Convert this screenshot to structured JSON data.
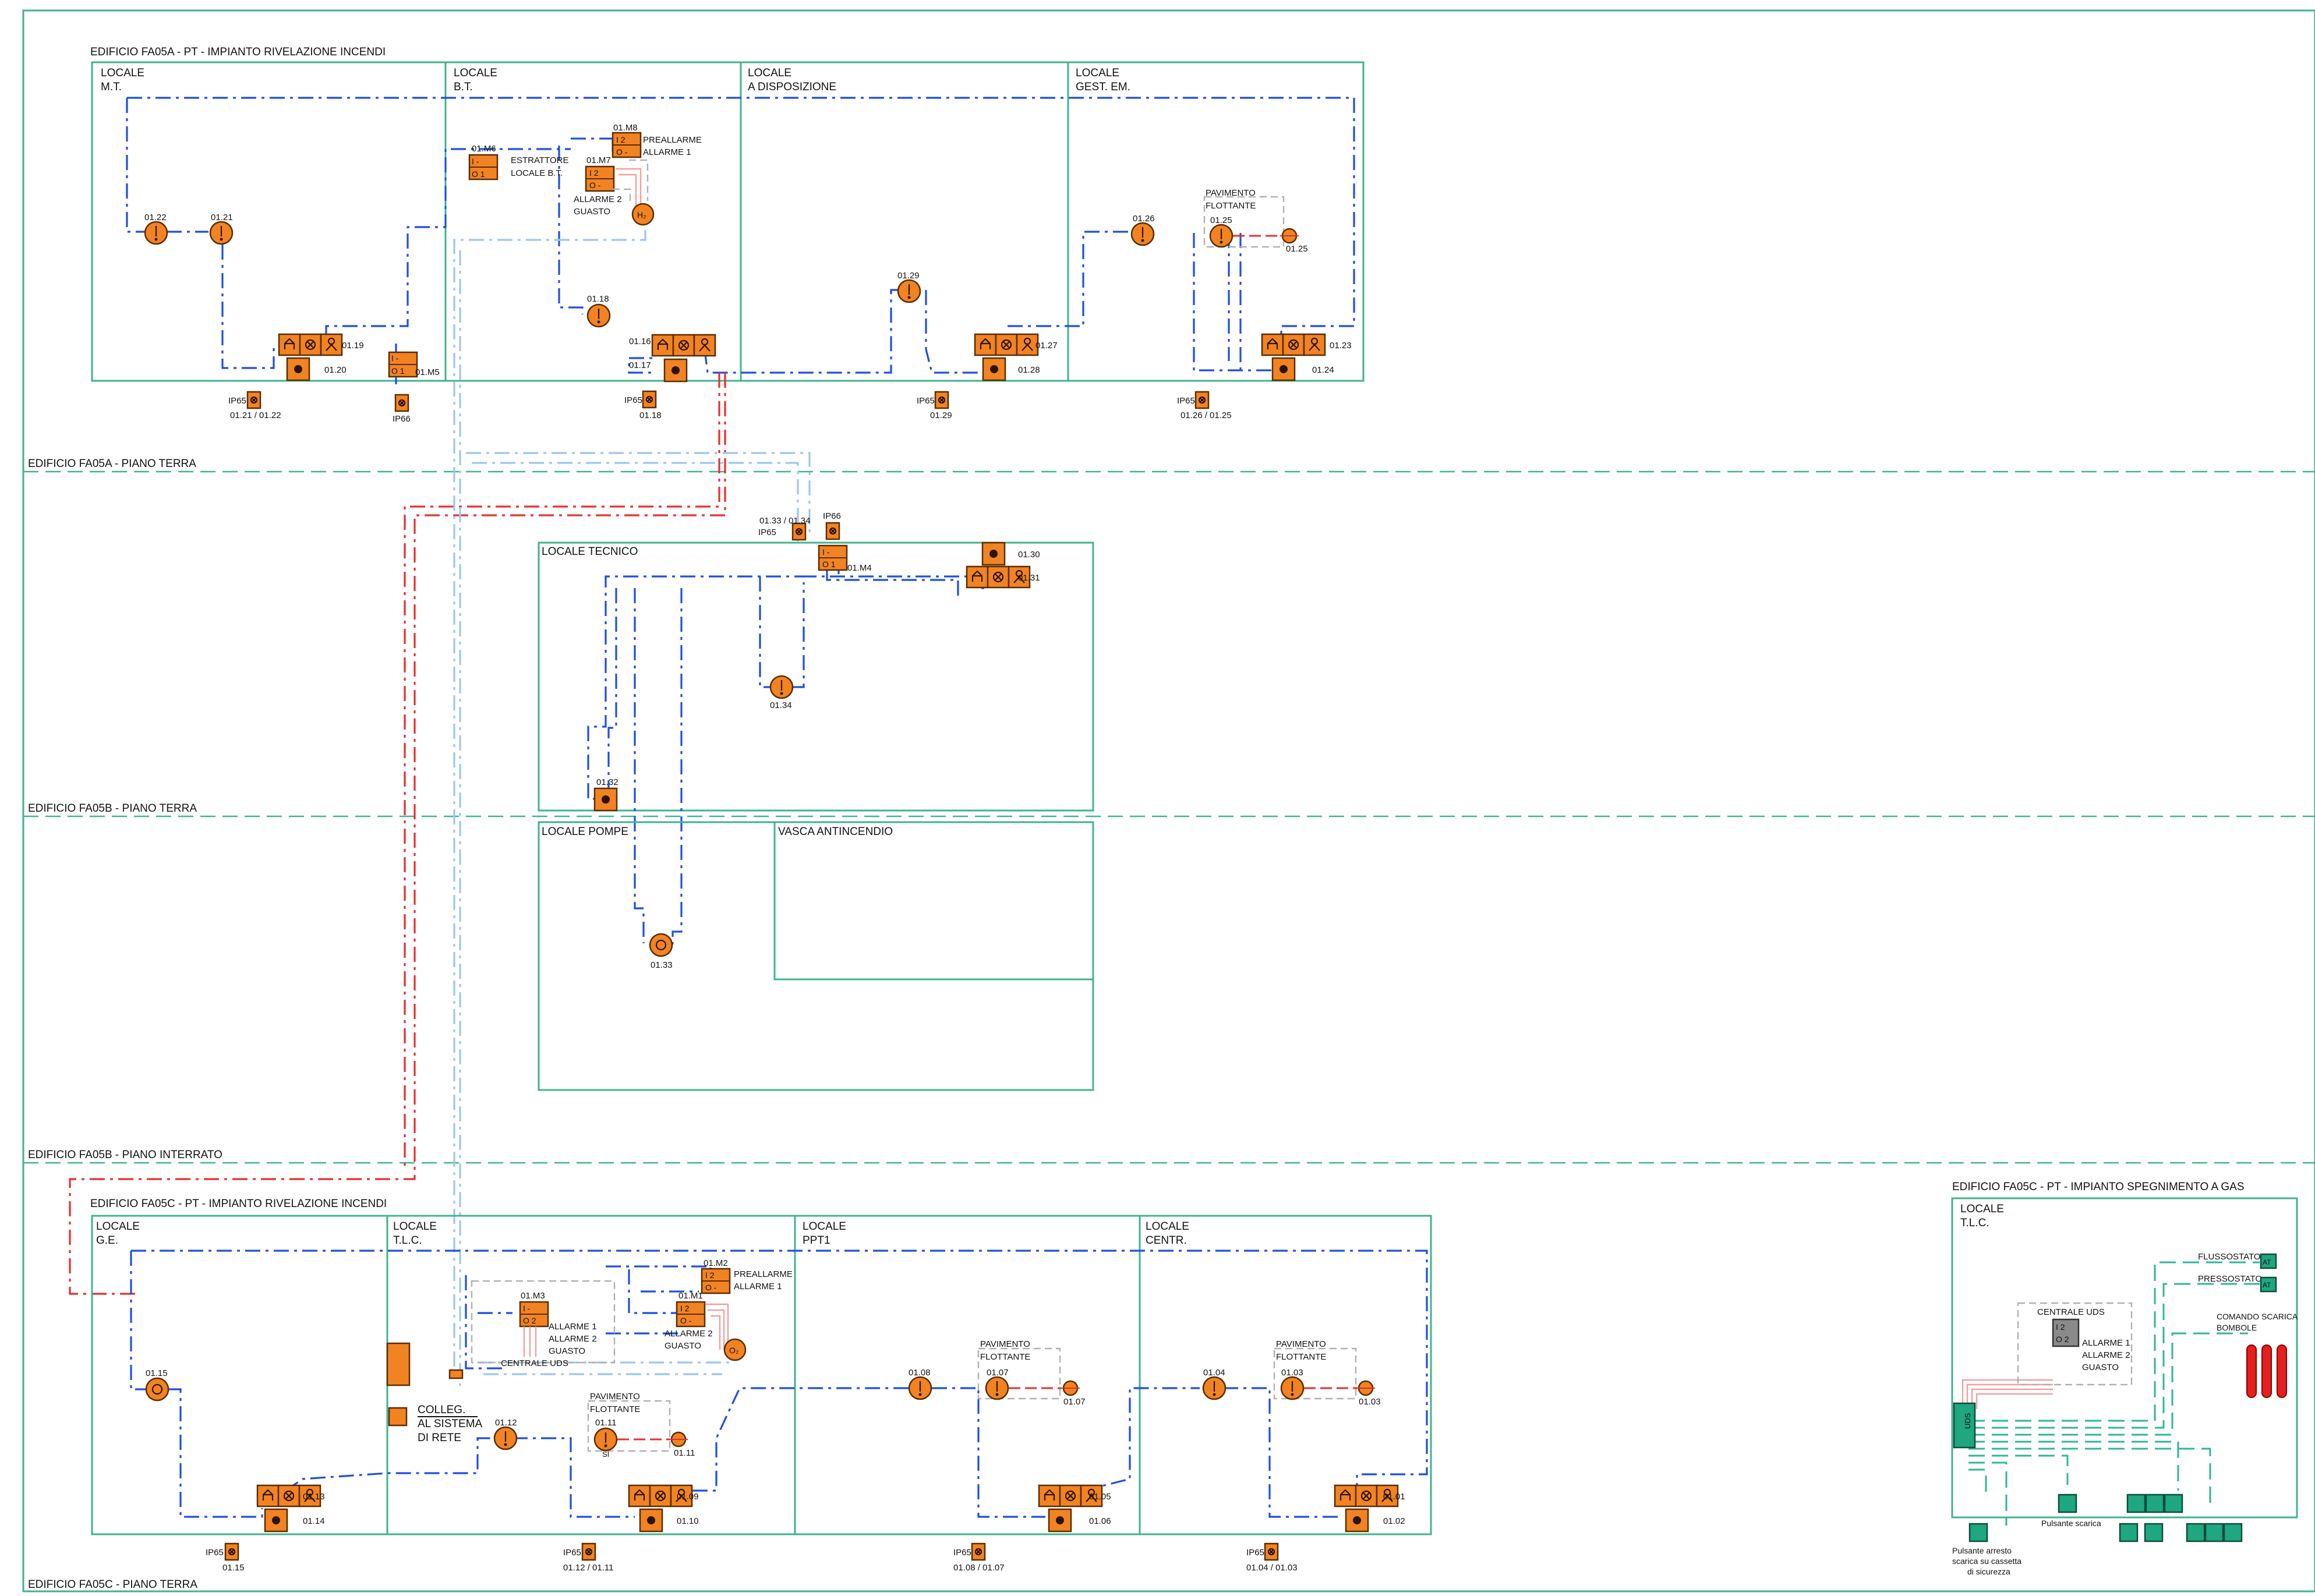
{
  "titles": {
    "fa05a_section": "EDIFICIO FA05A - PT - IMPIANTO RIVELAZIONE INCENDI",
    "fa05c_section": "EDIFICIO FA05C - PT - IMPIANTO RIVELAZIONE INCENDI",
    "gas_section": "EDIFICIO FA05C - PT - IMPIANTO SPEGNIMENTO A GAS"
  },
  "floors": {
    "fa05a_pt": "EDIFICIO FA05A - PIANO TERRA",
    "fa05b_pt": "EDIFICIO FA05B - PIANO TERRA",
    "fa05b_pi": "EDIFICIO FA05B - PIANO INTERRATO",
    "fa05c_pt": "EDIFICIO FA05C - PIANO TERRA"
  },
  "rooms": {
    "mt": [
      "LOCALE",
      "M.T."
    ],
    "bt": [
      "LOCALE",
      "B.T."
    ],
    "disp": [
      "LOCALE",
      "A DISPOSIZIONE"
    ],
    "gestem": [
      "LOCALE",
      "GEST. EM."
    ],
    "tecnico": "LOCALE TECNICO",
    "pompe": "LOCALE POMPE",
    "vasca": "VASCA ANTINCENDIO",
    "ge": [
      "LOCALE",
      "G.E."
    ],
    "tlc": [
      "LOCALE",
      "T.L.C."
    ],
    "ppt1": [
      "LOCALE",
      "PPT1"
    ],
    "centr": [
      "LOCALE",
      "CENTR."
    ],
    "gas_tlc": [
      "LOCALE",
      "T.L.C."
    ]
  },
  "notes": {
    "pavimento": [
      "PAVIMENTO",
      "FLOTTANTE"
    ],
    "estrattore": [
      "ESTRATTORE",
      "LOCALE B.T."
    ],
    "prea": [
      "PREALLARME",
      "ALLARME 1"
    ],
    "all2": [
      "ALLARME 2",
      "GUASTO"
    ],
    "centrale_uds": "CENTRALE UDS",
    "all3": [
      "ALLARME 1",
      "ALLARME 2",
      "GUASTO"
    ],
    "colleg": [
      "COLLEG.",
      "AL SISTEMA",
      "DI RETE"
    ],
    "flussostato": "FLUSSOSTATO",
    "pressostato": "PRESSOSTATO",
    "comando": [
      "COMANDO SCARICA",
      "BOMBOLE"
    ],
    "pulsante_scarica": "Pulsante scarica",
    "pulsante_arresto": [
      "Pulsante arresto",
      "scarica su cassetta",
      "di sicurezza"
    ],
    "ip65": "IP65",
    "ip66": "IP66",
    "h2": "H₂",
    "o2": "O₂",
    "at": "AT",
    "si": "SI",
    "uds": "UDS",
    "mod_io": [
      "I -",
      "O 1"
    ],
    "mod_io2": [
      "I 2",
      "O -"
    ],
    "mod_12": [
      "I 2",
      "O 2"
    ]
  },
  "codes": {
    "d0122": "01.22",
    "d0121": "01.21",
    "d0119": "01.19",
    "d0120": "01.20",
    "ip0121": "01.21 / 01.22",
    "m5": "01.M5",
    "m6": "01.M6",
    "m7": "01.M7",
    "m8": "01.M8",
    "d0118": "01.18",
    "d0116": "01.16",
    "d0117": "01.17",
    "ip0118": "01.18",
    "d0129": "01.29",
    "d0127": "01.27",
    "d0128": "01.28",
    "ip0129": "01.29",
    "d0126": "01.26",
    "d0125": "01.25",
    "d0125b": "01.25",
    "d0123": "01.23",
    "d0124": "01.24",
    "ip0126": "01.26 / 01.25",
    "d0133_34": "01.33 / 01.34",
    "m4": "01.M4",
    "d0130": "01.30",
    "d0131": "01.31",
    "d0134": "01.34",
    "d0132": "01.32",
    "d0133": "01.33",
    "d0115": "01.15",
    "d0113": "01.13",
    "d0114": "01.14",
    "ip0115": "01.15",
    "m3": "01.M3",
    "m2": "01.M2",
    "m1": "01.M1",
    "d0112": "01.12",
    "d0111": "01.11",
    "d0111b": "01.11",
    "d0109": "01.09",
    "d0110": "01.10",
    "ip0112": "01.12 / 01.11",
    "d0108": "01.08",
    "d0107": "01.07",
    "d0107b": "01.07",
    "d0105": "01.05",
    "d0106": "01.06",
    "ip0108": "01.08 / 01.07",
    "d0104": "01.04",
    "d0103": "01.03",
    "d0103b": "01.03",
    "d0101": "01.01",
    "d0102": "01.02",
    "ip0104": "01.04 / 01.03"
  },
  "colors": {
    "room_border": "#3fb38f",
    "loop_blue": "#1f4fe0",
    "loop_red": "#e53030",
    "loop_lightblue": "#9cc6ef",
    "device_orange": "#f28322",
    "device_green": "#1fa77f"
  },
  "icons": [
    "smoke-detector-icon",
    "heat-detector-icon",
    "manual-call-point-icon",
    "siren-icon",
    "beacon-icon",
    "io-module-icon",
    "gas-cylinder-icon",
    "sounder-icon"
  ]
}
